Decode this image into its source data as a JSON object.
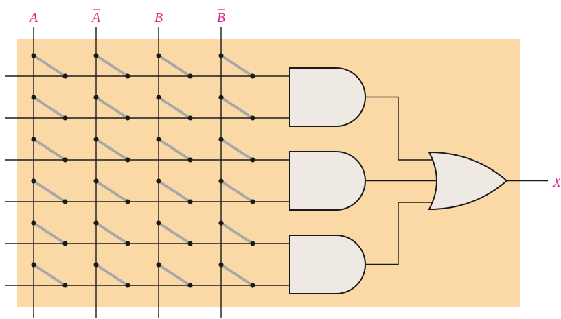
{
  "colors": {
    "background_panel": "#fbd9a6",
    "wire": "#1a1a1a",
    "fuse_link": "#a8a8a8",
    "label": "#e0218a",
    "gate_fill": "#eeeae3",
    "gate_stroke": "#1a1a1a"
  },
  "inputs": [
    {
      "name": "A",
      "complemented": false
    },
    {
      "name": "A",
      "complemented": true
    },
    {
      "name": "B",
      "complemented": false
    },
    {
      "name": "B",
      "complemented": true
    }
  ],
  "product_term_count": 6,
  "and_gates": [
    {
      "name": "and-gate-1",
      "inputs": [
        1,
        2
      ]
    },
    {
      "name": "and-gate-2",
      "inputs": [
        3,
        4
      ]
    },
    {
      "name": "and-gate-3",
      "inputs": [
        5,
        6
      ]
    }
  ],
  "or_gate": {
    "name": "or-gate",
    "input_count": 3
  },
  "output": {
    "label": "X"
  }
}
